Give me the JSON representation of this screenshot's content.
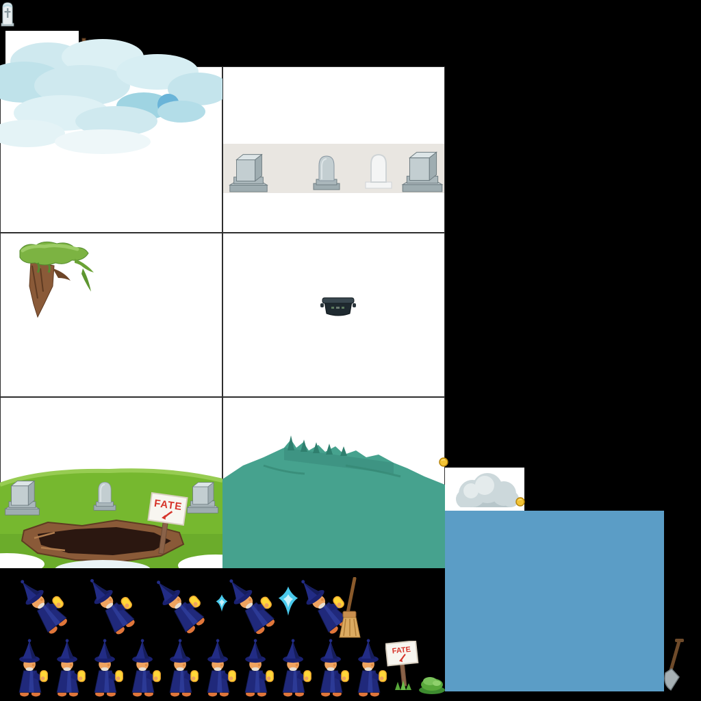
{
  "page": {
    "background": "#000000"
  },
  "signs": {
    "fate_large": "FATE",
    "fate_small": "FATE"
  },
  "palette": {
    "cell_bg": "#ffffff",
    "grid_line": "#2e2e2e",
    "water_panel_blue": "#5b9dc6",
    "gravestone_band_gray": "#e9e6e1",
    "stone_light": "#c3ced1",
    "stone_mid": "#9fadb1",
    "grass_green": "#76b82f",
    "grass_light": "#97cc52",
    "dirt_brown": "#8a5a38",
    "pit_dark": "#2b1710",
    "mountain_teal": "#46a28e",
    "mountain_dark": "#2f7f6e",
    "cloud_teal": "#bfe2ea",
    "cloud_deep_blue": "#6ab4d8",
    "boxcloud_gray": "#ccd8db",
    "wizard_robe_blue": "#20297b",
    "wizard_hat_blue": "#1a2170",
    "wizard_skin": "#efa35f",
    "shoe_orange": "#e0763a",
    "wand_yellow": "#ffd738",
    "coin_yellow": "#f2c335",
    "flame_cyan": "#49c9ec",
    "broom_tan": "#dcab61",
    "sign_red": "#d6352b",
    "post_brown": "#8a6248",
    "cauldron_dark": "#1f2a30",
    "shovel_gray": "#a6b0b4"
  },
  "atlas": {
    "regions": [
      "tall-gravestone-icon",
      "grave-cross-sprite",
      "sky-clouds-tile",
      "gravestone-variants-strip",
      "floating-island",
      "cauldron",
      "graveyard-scene",
      "mountain-silhouette",
      "cloud-tile",
      "water-tile",
      "coin",
      "wizard-fly-frames",
      "wizard-walk-frames",
      "broom",
      "fate-sign-sprite",
      "bush-sprite",
      "shovel-sprite"
    ],
    "gravestone_variants": 4,
    "wizard_fly_frames": 5,
    "wizard_walk_frames": 10,
    "coin_count": 2,
    "flame_effects": 2
  }
}
